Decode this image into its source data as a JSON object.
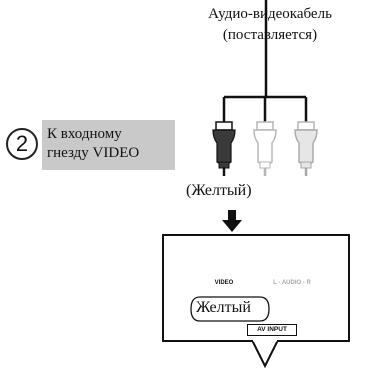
{
  "cable": {
    "label_line1": "Аудио-видеокабель",
    "label_line2": "(поставляется)"
  },
  "step": {
    "number": "2",
    "text_line1": "К входному",
    "text_line2": "гнезду VIDEO"
  },
  "plug_color_label": "(Желтый)",
  "panel": {
    "video_jack_label": "VIDEO",
    "audio_jacks_label": "L - AUDIO - R",
    "color_label": "Желтый",
    "input_label": "AV INPUT"
  },
  "colors": {
    "line": "#111111",
    "callout_fill": "#c9c9c9",
    "inactive_plug": "#b5b5b5"
  }
}
